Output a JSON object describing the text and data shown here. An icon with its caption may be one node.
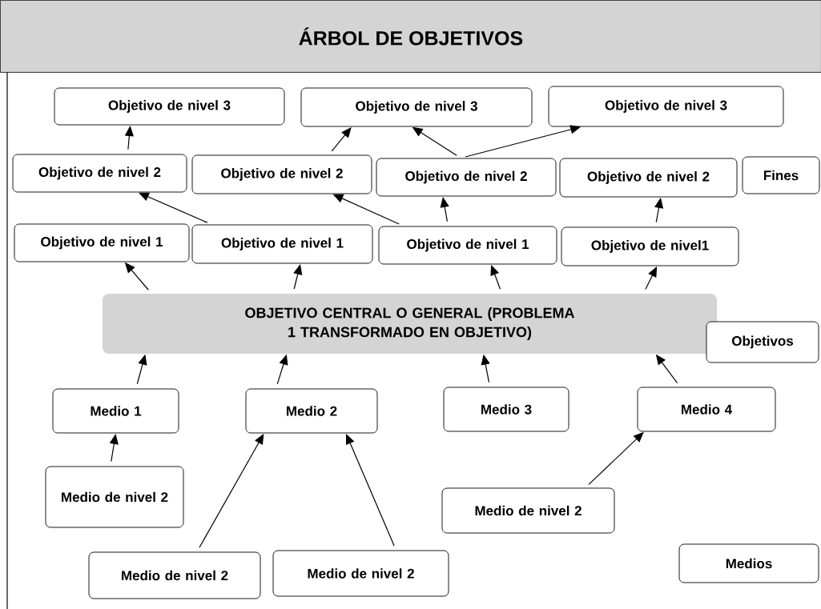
{
  "diagram": {
    "title": "ÁRBOL DE OBJETIVOS",
    "nodes": [
      {
        "text": [
          "Objetivo de nivel 3"
        ]
      },
      {
        "text": [
          "Objetivo de nivel 3"
        ]
      },
      {
        "text": [
          "Objetivo de nivel 3"
        ]
      },
      {
        "text": [
          "Objetivo de nivel 2"
        ]
      },
      {
        "text": [
          "Objetivo de nivel 2"
        ]
      },
      {
        "text": [
          "Objetivo de nivel 2"
        ]
      },
      {
        "text": [
          "Objetivo de nivel 2"
        ]
      },
      {
        "text": [
          "Fines"
        ]
      },
      {
        "text": [
          "Objetivo de nivel 1"
        ]
      },
      {
        "text": [
          "Objetivo de nivel 1"
        ]
      },
      {
        "text": [
          "Objetivo de nivel 1"
        ]
      },
      {
        "text": [
          "Objetivo de nivel1"
        ]
      },
      {
        "text": [
          "OBJETIVO CENTRAL O GENERAL (PROBLEMA 1 TRANSFORMADO EN OBJETIVO)"
        ]
      },
      {
        "text": [
          "Objetivos"
        ]
      },
      {
        "text": [
          "Medio 1"
        ]
      },
      {
        "text": [
          "Medio 2"
        ]
      },
      {
        "text": [
          "Medio 3"
        ]
      },
      {
        "text": [
          "Medio 4"
        ]
      },
      {
        "text": [
          "Medio de nivel 2"
        ]
      },
      {
        "text": [
          "Medio de nivel 2"
        ]
      },
      {
        "text": [
          "Medio de nivel 2"
        ]
      },
      {
        "text": [
          "Medio de nivel 2"
        ]
      },
      {
        "text": [
          "Medios"
        ]
      }
    ],
    "edges": [
      {
        "from": 3,
        "to": 0,
        "arrow": "to"
      },
      {
        "from": 4,
        "to": 1,
        "arrow": "to"
      },
      {
        "from": 5,
        "to": 1,
        "arrow": "to"
      },
      {
        "from": 5,
        "to": 2,
        "arrow": "to"
      },
      {
        "from": 9,
        "to": 3,
        "arrow": "to"
      },
      {
        "from": 10,
        "to": 4,
        "arrow": "to"
      },
      {
        "from": 10,
        "to": 5,
        "arrow": "to"
      },
      {
        "from": 11,
        "to": 6,
        "arrow": "to"
      },
      {
        "from": 12,
        "to": 8,
        "arrow": "to"
      },
      {
        "from": 12,
        "to": 9,
        "arrow": "to"
      },
      {
        "from": 12,
        "to": 10,
        "arrow": "to"
      },
      {
        "from": 12,
        "to": 11,
        "arrow": "to"
      },
      {
        "from": 14,
        "to": 12,
        "arrow": "to"
      },
      {
        "from": 15,
        "to": 12,
        "arrow": "to"
      },
      {
        "from": 16,
        "to": 12,
        "arrow": "to"
      },
      {
        "from": 17,
        "to": 12,
        "arrow": "to"
      },
      {
        "from": 18,
        "to": 14,
        "arrow": "to"
      },
      {
        "from": 20,
        "to": 15,
        "arrow": "to"
      },
      {
        "from": 21,
        "to": 15,
        "arrow": "to"
      },
      {
        "from": 19,
        "to": 17,
        "arrow": "to"
      }
    ]
  }
}
